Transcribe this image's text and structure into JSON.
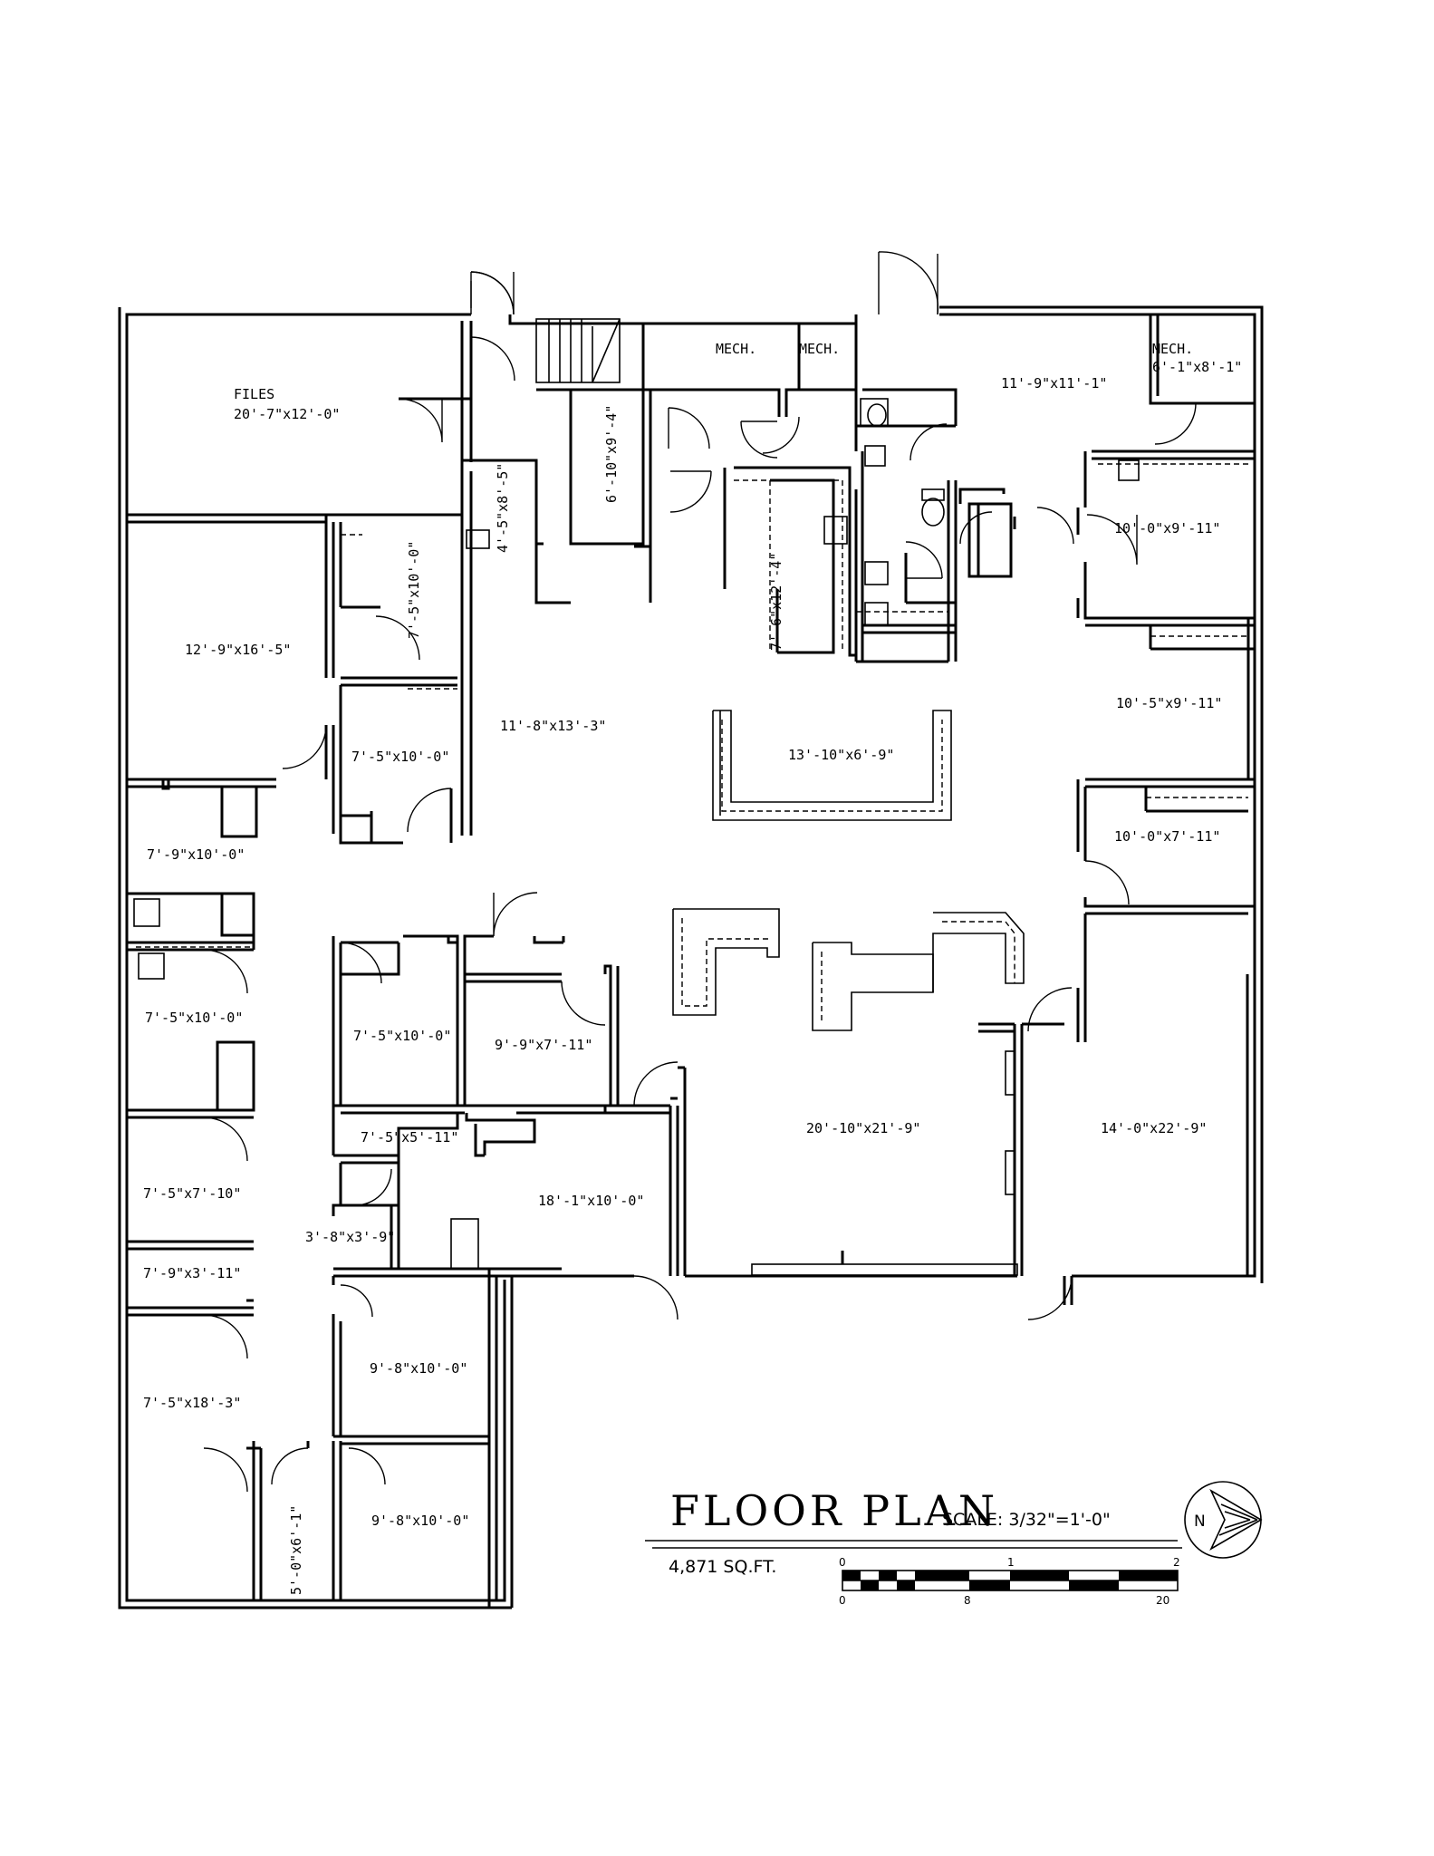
{
  "title": "FLOOR PLAN",
  "scale": "SCALE: 3/32\"=1'-0\"",
  "area": "4,871 SQ.FT.",
  "north_label": "N",
  "scale_bar": {
    "top_ticks": [
      "0",
      "1",
      "2"
    ],
    "bottom_ticks": [
      "0",
      "8",
      "20"
    ]
  },
  "rooms": {
    "files_name": "FILES",
    "files_dim": "20'-7\"x12'-0\"",
    "mech_1": "MECH.",
    "mech_2": "MECH.",
    "mech_3": "MECH.",
    "mech_3_dim": "6'-1\"x8'-1\"",
    "r_11_9x11_1": "11'-9\"x11'-1\"",
    "r_6_10x9_4": "6'-10\"x9'-4\"",
    "r_4_5x8_5": "4'-5\"x8'-5\"",
    "r_7_5x10_0_vert": "7'-5\"x10'-0\"",
    "r_7_6x12_4": "7'-6\"x12'-4\"",
    "r_10_0x9_11": "10'-0\"x9'-11\"",
    "r_12_9x16_5": "12'-9\"x16'-5\"",
    "r_10_5x9_11": "10'-5\"x9'-11\"",
    "r_7_5x10_0_a": "7'-5\"x10'-0\"",
    "r_11_8x13_3": "11'-8\"x13'-3\"",
    "r_13_10x6_9": "13'-10\"x6'-9\"",
    "r_10_0x7_11": "10'-0\"x7'-11\"",
    "r_7_9x10_0": "7'-9\"x10'-0\"",
    "r_7_5x10_0_b": "7'-5\"x10'-0\"",
    "r_7_5x10_0_c": "7'-5\"x10'-0\"",
    "r_9_9x7_11": "9'-9\"x7'-11\"",
    "r_20_10x21_9": "20'-10\"x21'-9\"",
    "r_14_0x22_9": "14'-0\"x22'-9\"",
    "r_7_5x5_11": "7'-5\"x5'-11\"",
    "r_7_5x7_10": "7'-5\"x7'-10\"",
    "r_18_1x10_0": "18'-1\"x10'-0\"",
    "r_3_8x3_9": "3'-8\"x3'-9\"",
    "r_7_9x3_11": "7'-9\"x3'-11\"",
    "r_9_8x10_0_a": "9'-8\"x10'-0\"",
    "r_7_5x18_3": "7'-5\"x18'-3\"",
    "r_9_8x10_0_b": "9'-8\"x10'-0\"",
    "r_5_0x6_1": "5'-0\"x6'-1\""
  }
}
